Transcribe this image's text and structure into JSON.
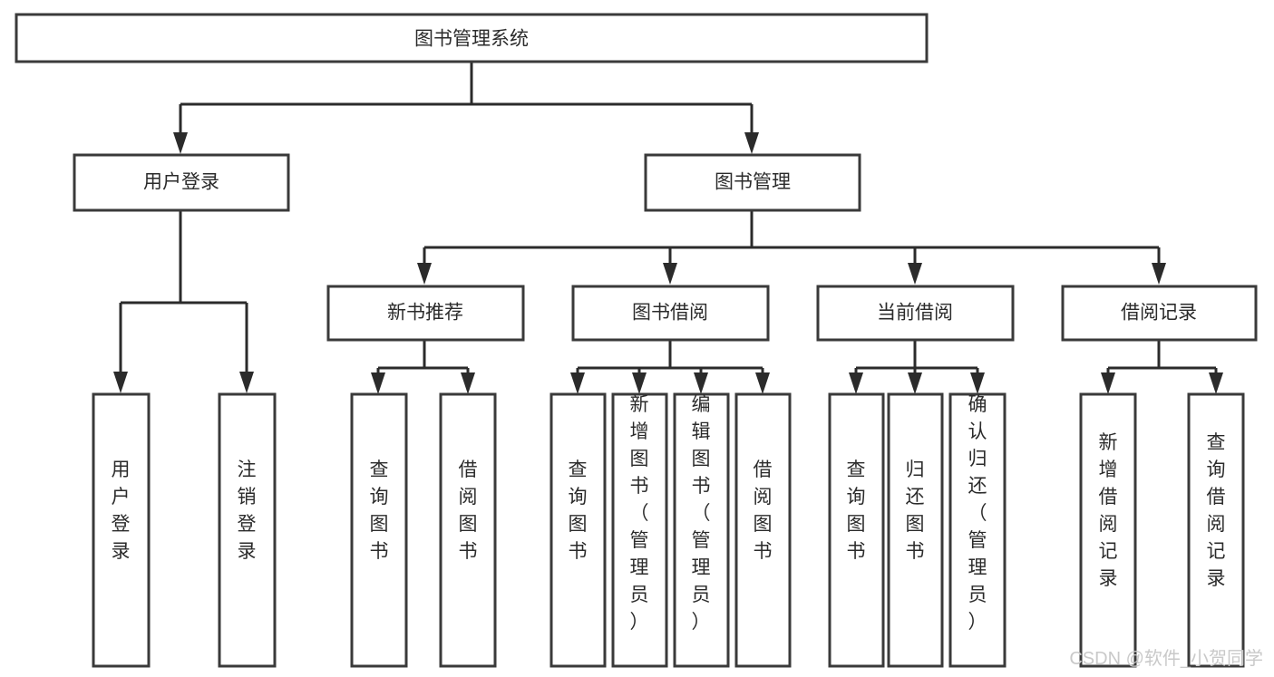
{
  "diagram": {
    "title": "图书管理系统",
    "type": "tree",
    "root": {
      "label": "图书管理系统"
    },
    "level1": [
      {
        "label": "用户登录"
      },
      {
        "label": "图书管理"
      }
    ],
    "level2": [
      {
        "label": "新书推荐"
      },
      {
        "label": "图书借阅"
      },
      {
        "label": "当前借阅"
      },
      {
        "label": "借阅记录"
      }
    ],
    "leaves": {
      "user_login": [
        {
          "label": "用户登录"
        },
        {
          "label": "注销登录"
        }
      ],
      "new_book_recommend": [
        {
          "label": "查询图书"
        },
        {
          "label": "借阅图书"
        }
      ],
      "book_borrow": [
        {
          "label": "查询图书"
        },
        {
          "label": "新增图书（管理员）"
        },
        {
          "label": "编辑图书（管理员）"
        },
        {
          "label": "借阅图书"
        }
      ],
      "current_borrow": [
        {
          "label": "查询图书"
        },
        {
          "label": "归还图书"
        },
        {
          "label": "确认归还（管理员）"
        }
      ],
      "borrow_record": [
        {
          "label": "新增借阅记录"
        },
        {
          "label": "查询借阅记录"
        }
      ]
    }
  },
  "watermark": {
    "text": "CSDN @软件_小贺同学"
  },
  "colors": {
    "box_stroke": "#3a3a3a",
    "connector": "#2b2b2b",
    "text": "#2b2b2b",
    "background": "#ffffff",
    "watermark": "#c9c9c9"
  }
}
